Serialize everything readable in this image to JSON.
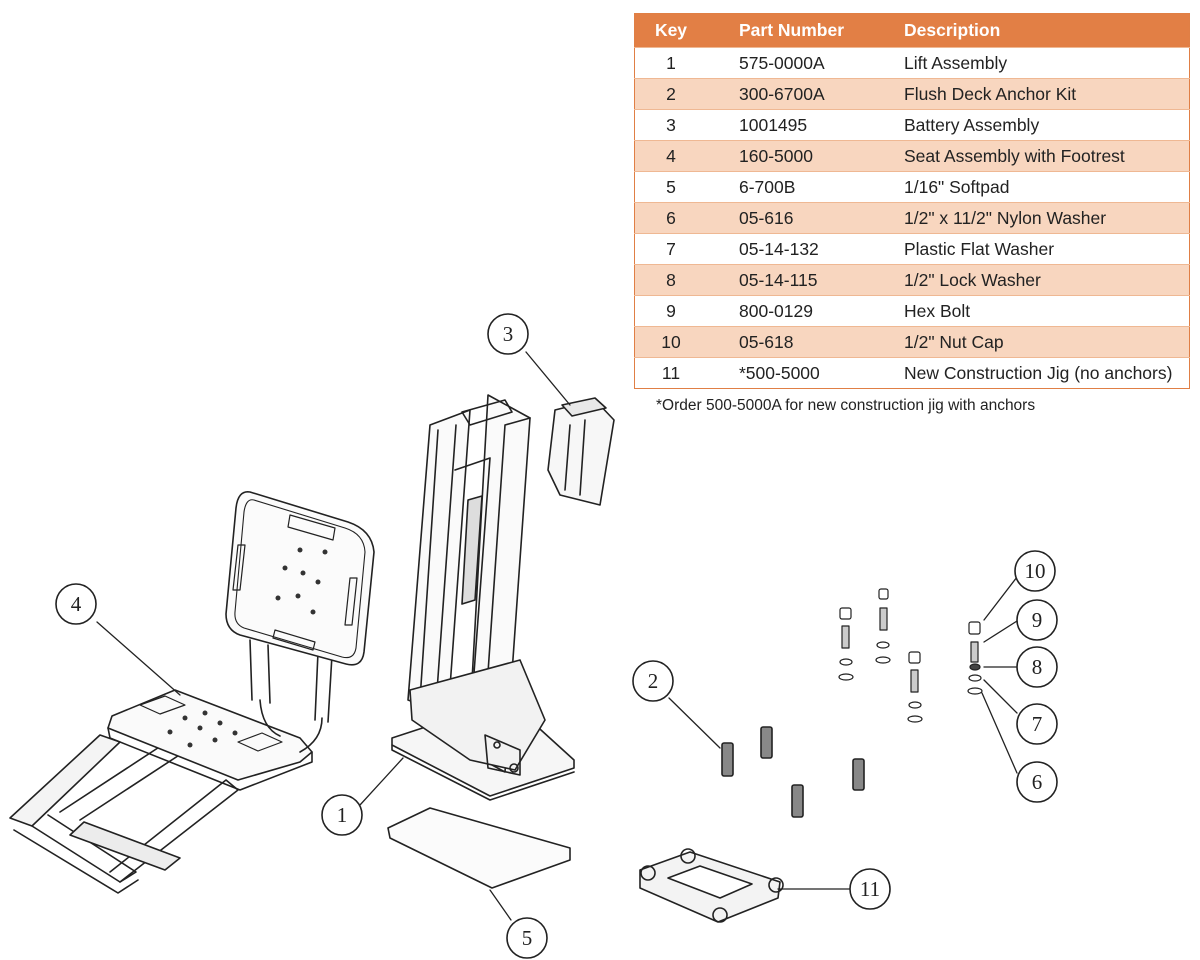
{
  "table": {
    "headers": {
      "key": "Key",
      "part_number": "Part Number",
      "description": "Description"
    },
    "rows": [
      {
        "key": "1",
        "part_number": "575-0000A",
        "description": "Lift Assembly"
      },
      {
        "key": "2",
        "part_number": "300-6700A",
        "description": "Flush Deck Anchor Kit"
      },
      {
        "key": "3",
        "part_number": "1001495",
        "description": "Battery Assembly"
      },
      {
        "key": "4",
        "part_number": "160-5000",
        "description": "Seat Assembly with Footrest"
      },
      {
        "key": "5",
        "part_number": "6-700B",
        "description": "1/16\" Softpad"
      },
      {
        "key": "6",
        "part_number": "05-616",
        "description": "1/2\" x 11/2\" Nylon Washer"
      },
      {
        "key": "7",
        "part_number": "05-14-132",
        "description": "Plastic Flat Washer"
      },
      {
        "key": "8",
        "part_number": "05-14-115",
        "description": "1/2\" Lock Washer"
      },
      {
        "key": "9",
        "part_number": "800-0129",
        "description": "Hex Bolt"
      },
      {
        "key": "10",
        "part_number": "05-618",
        "description": "1/2\" Nut Cap"
      },
      {
        "key": "11",
        "part_number": "*500-5000",
        "description": "New Construction Jig (no anchors)"
      }
    ]
  },
  "footnote": "*Order 500-5000A for new construction jig with anchors",
  "callouts": {
    "c1": "1",
    "c2": "2",
    "c3": "3",
    "c4": "4",
    "c5": "5",
    "c6": "6",
    "c7": "7",
    "c8": "8",
    "c9": "9",
    "c10": "10",
    "c11": "11"
  },
  "colors": {
    "header": "#e27f45",
    "alt_row": "#f8d6bf",
    "line": "#222222"
  }
}
